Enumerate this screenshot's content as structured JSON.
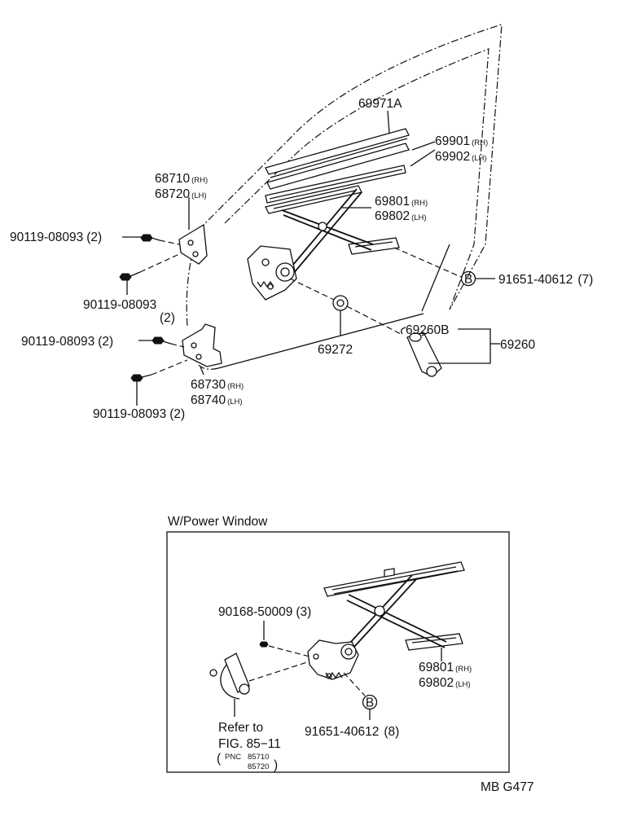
{
  "labels": {
    "p69971A": "69971A",
    "p69901": "69901",
    "p69902": "69902",
    "p68710": "68710",
    "p68720": "68720",
    "p69801_top": "69801",
    "p69802_top": "69802",
    "bolt_a": "90119-08093",
    "bolt_a_qty": "(2)",
    "bolt_b": "90119-08093",
    "bolt_b_qty": "(2)",
    "bolt_c": "90119-08093",
    "bolt_c_qty": "(2)",
    "bolt_d": "90119-08093",
    "bolt_d_qty": "(2)",
    "ref_b": "B",
    "nut_top": "91651-40612",
    "nut_top_qty": "(7)",
    "p69272": "69272",
    "p69260B": "69260B",
    "p69260": "69260",
    "p68730": "68730",
    "p68740": "68740",
    "power_window_title": "W/Power Window",
    "screw_pw": "90168-50009",
    "screw_pw_qty": "(3)",
    "p69801_pw": "69801",
    "p69802_pw": "69802",
    "ref_b_pw": "B",
    "nut_pw": "91651-40612",
    "nut_pw_qty": "(8)",
    "refer_line1": "Refer to",
    "refer_line2": "FIG. 85−11",
    "pnc_label": "PNC",
    "pnc1": "85710",
    "pnc2": "85720",
    "code": "MB G477"
  },
  "sides": {
    "rh": "(RH)",
    "lh": "(LH)"
  }
}
